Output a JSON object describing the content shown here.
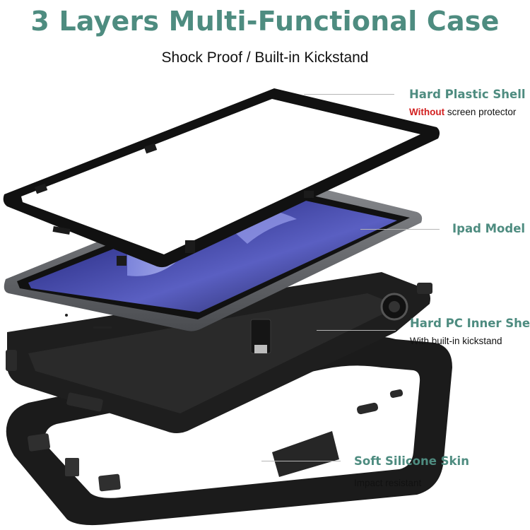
{
  "header": {
    "title": "3 Layers Multi-Functional Case",
    "subtitle": "Shock Proof / Built-in Kickstand"
  },
  "layers": [
    {
      "name": "Hard Plastic Shell",
      "desc_highlight": "Without",
      "desc": " screen protector"
    },
    {
      "name": "Ipad Model"
    },
    {
      "name": "Hard PC Inner Shell",
      "desc": "With built-in kickstand"
    },
    {
      "name": "Soft Silicone Skin",
      "desc": "Impact resistant"
    }
  ],
  "colors": {
    "heading": "#4e8c80",
    "highlight": "#d21f1f",
    "text": "#111111",
    "leader_line": "#b5b5b5",
    "case_black": "#1b1b1b",
    "tablet_frame": "#5d5f63",
    "screen_purple": "#3b3f9a"
  }
}
